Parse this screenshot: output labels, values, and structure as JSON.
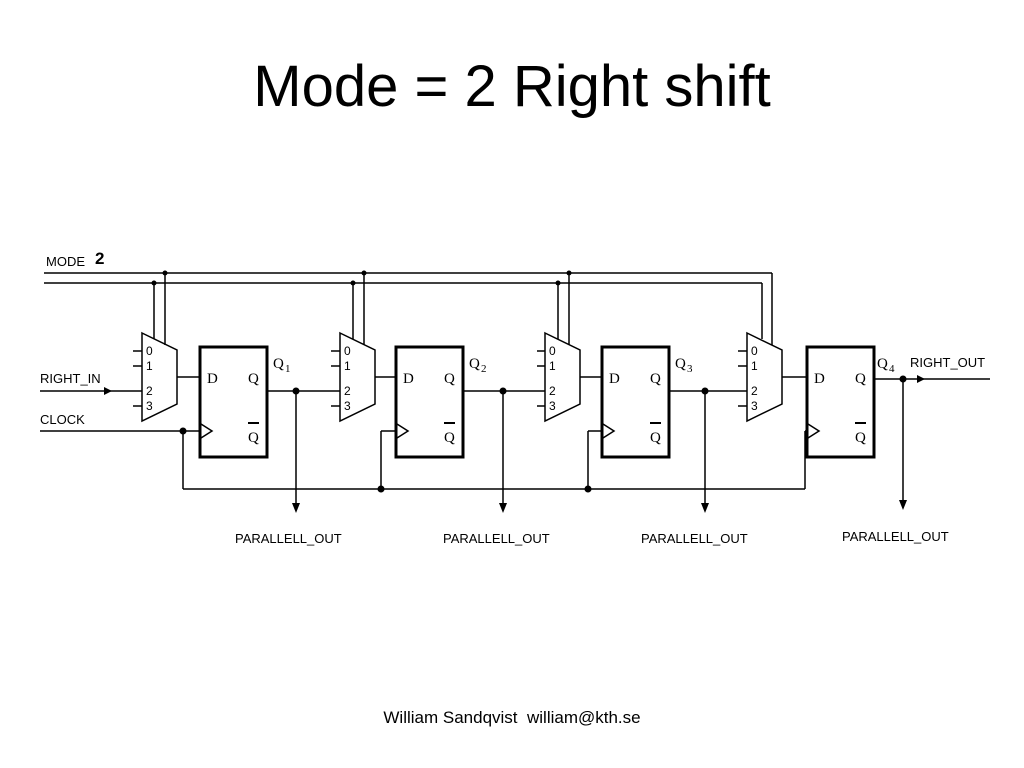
{
  "title": "Mode = 2 Right shift",
  "footer": {
    "author": "William Sandqvist",
    "email": "william@kth.se"
  },
  "diagram": {
    "mode_label": "MODE",
    "mode_value": "2",
    "right_in_label": "RIGHT_IN",
    "clock_label": "CLOCK",
    "right_out_label": "RIGHT_OUT",
    "mux_inputs": [
      "0",
      "1",
      "2",
      "3"
    ],
    "ff_d": "D",
    "ff_q": "Q",
    "ff_qbar": "Q",
    "q_name": "Q",
    "q_subscripts": [
      "1",
      "2",
      "3",
      "4"
    ],
    "parallel_out_labels": [
      "PARALLELL_OUT",
      "PARALLELL_OUT",
      "PARALLELL_OUT",
      "PARALLELL_OUT"
    ]
  }
}
